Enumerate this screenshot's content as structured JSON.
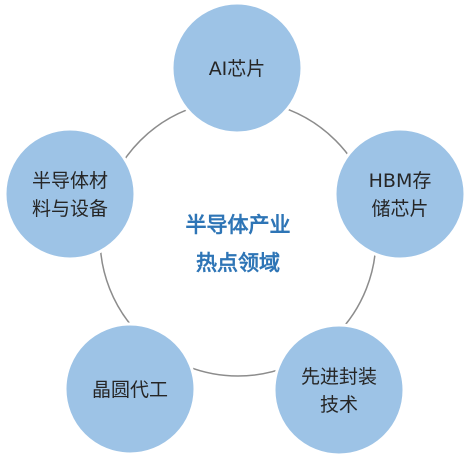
{
  "center": {
    "line1": "半导体产业",
    "line2": "热点领域"
  },
  "nodes": [
    {
      "lines": [
        "AI芯片"
      ]
    },
    {
      "lines": [
        "HBM存",
        "储芯片"
      ]
    },
    {
      "lines": [
        "先进封装",
        "技术"
      ]
    },
    {
      "lines": [
        "晶圆代工"
      ]
    },
    {
      "lines": [
        "半导体材",
        "料与设备"
      ]
    }
  ]
}
